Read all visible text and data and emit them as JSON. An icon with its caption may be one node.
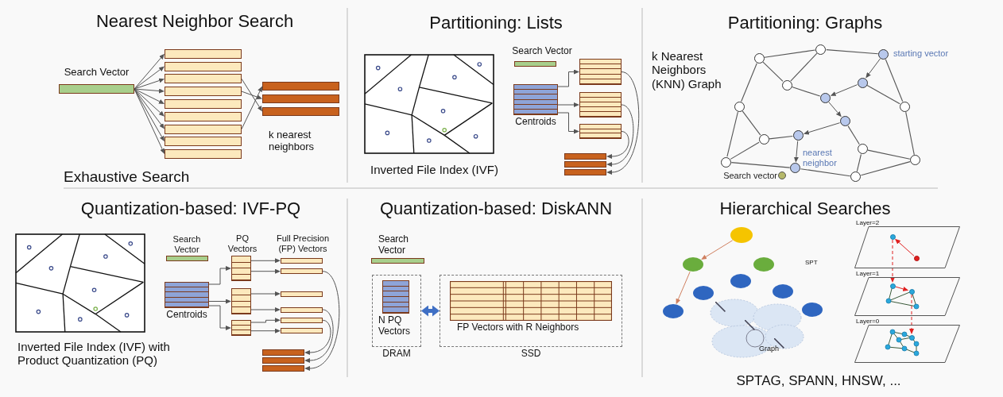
{
  "diagram": {
    "nodes": [
      {
        "text": [
          "Search Vector"
        ]
      },
      {
        "text": [],
        "shape": "bar"
      },
      {
        "text": [],
        "shape": "bar"
      },
      {
        "text": [],
        "shape": "bar"
      },
      {
        "text": [],
        "shape": "bar"
      },
      {
        "text": [],
        "shape": "bar"
      },
      {
        "text": [],
        "shape": "bar"
      },
      {
        "text": [],
        "shape": "bar"
      },
      {
        "text": [],
        "shape": "bar"
      },
      {
        "text": [],
        "shape": "bar"
      },
      {
        "text": [],
        "shape": "bar"
      },
      {
        "text": [],
        "shape": "bar"
      },
      {
        "text": [],
        "shape": "bar"
      },
      {
        "text": [
          "Search Vector"
        ]
      },
      {
        "text": [
          "Centroids"
        ]
      },
      {
        "text": [],
        "shape": "box"
      },
      {
        "text": [],
        "shape": "box"
      },
      {
        "text": [],
        "shape": "box"
      },
      {
        "text": [],
        "shape": "bar"
      },
      {
        "text": [],
        "shape": "bar"
      },
      {
        "text": [],
        "shape": "bar"
      },
      {
        "text": [],
        "shape": "circle"
      },
      {
        "text": [],
        "shape": "circle",
        "beside": [
          "starting vector"
        ]
      },
      {
        "text": [],
        "shape": "circle"
      },
      {
        "text": [],
        "shape": "circle"
      },
      {
        "text": [],
        "shape": "circle"
      },
      {
        "text": [],
        "shape": "circle"
      },
      {
        "text": [],
        "shape": "circle"
      },
      {
        "text": [],
        "shape": "circle"
      },
      {
        "text": [],
        "shape": "circle"
      },
      {
        "text": [],
        "shape": "circle"
      },
      {
        "text": [],
        "shape": "circle"
      },
      {
        "text": [],
        "shape": "circle"
      },
      {
        "text": [],
        "shape": "circle"
      },
      {
        "text": [],
        "shape": "circle"
      },
      {
        "text": [],
        "shape": "circle",
        "beside": [
          "nearest neighbor"
        ]
      },
      {
        "text": [],
        "shape": "circle",
        "beside": [
          "Search vector"
        ]
      },
      {
        "text": [],
        "shape": "circle"
      },
      {
        "text": [
          "Search Vector"
        ]
      },
      {
        "text": [
          "Centroids"
        ]
      },
      {
        "text": [],
        "shape": "box"
      },
      {
        "text": [],
        "shape": "box"
      },
      {
        "text": [],
        "shape": "box"
      },
      {
        "text": [],
        "shape": "bar"
      },
      {
        "text": [],
        "shape": "bar"
      },
      {
        "text": [],
        "shape": "bar"
      },
      {
        "text": [],
        "shape": "bar"
      },
      {
        "text": [],
        "shape": "bar"
      },
      {
        "text": [],
        "shape": "bar"
      },
      {
        "text": [],
        "shape": "bar"
      },
      {
        "text": [],
        "shape": "bar"
      },
      {
        "text": [],
        "shape": "bar"
      },
      {
        "text": [
          "Search Vector"
        ]
      },
      {
        "text": [
          "DRAM"
        ]
      },
      {
        "text": [
          "N PQ Vectors"
        ],
        "in": 53
      },
      {
        "text": [
          "SSD"
        ]
      },
      {
        "text": [
          "FP Vectors with R Neighbors"
        ],
        "in": 55
      },
      {
        "text": [],
        "shape": "circle"
      },
      {
        "text": [],
        "shape": "circle"
      },
      {
        "text": [],
        "shape": "circle"
      },
      {
        "text": [],
        "shape": "circle"
      },
      {
        "text": [],
        "shape": "circle"
      },
      {
        "text": [],
        "shape": "circle"
      },
      {
        "text": [],
        "shape": "circle"
      },
      {
        "text": [],
        "shape": "circle"
      },
      {
        "text": [
          "Layer=2"
        ]
      },
      {
        "text": [],
        "shape": "circle",
        "in": 65
      },
      {
        "text": [],
        "shape": "circle",
        "in": 65
      },
      {
        "text": [
          "Layer=1"
        ]
      },
      {
        "text": [],
        "shape": "circle",
        "in": 68
      },
      {
        "text": [],
        "shape": "circle",
        "in": 68
      },
      {
        "text": [
          "Layer=0"
        ]
      },
      {
        "text": [],
        "shape": "circle",
        "in": 71
      }
    ],
    "edges": [
      {
        "from": 0,
        "to": 1,
        "arrow": "to"
      },
      {
        "from": 0,
        "to": 2,
        "arrow": "to"
      },
      {
        "from": 0,
        "to": 3,
        "arrow": "to"
      },
      {
        "from": 0,
        "to": 4,
        "arrow": "to"
      },
      {
        "from": 0,
        "to": 5,
        "arrow": "to"
      },
      {
        "from": 0,
        "to": 6,
        "arrow": "to"
      },
      {
        "from": 0,
        "to": 7,
        "arrow": "to"
      },
      {
        "from": 0,
        "to": 8,
        "arrow": "to"
      },
      {
        "from": 0,
        "to": 9,
        "arrow": "to"
      },
      {
        "from": 3,
        "to": 12,
        "arrow": "to"
      },
      {
        "from": 4,
        "to": 11,
        "arrow": "to"
      },
      {
        "from": 7,
        "to": 10,
        "arrow": "to"
      },
      {
        "from": 14,
        "to": 15,
        "arrow": "to"
      },
      {
        "from": 14,
        "to": 16,
        "arrow": "to"
      },
      {
        "from": 14,
        "to": 17,
        "arrow": "to"
      },
      {
        "from": 15,
        "to": 20,
        "arrow": "to"
      },
      {
        "from": 16,
        "to": 19,
        "arrow": "to"
      },
      {
        "from": 17,
        "to": 18,
        "arrow": "to"
      },
      {
        "from": 23,
        "to": 21,
        "arrow": "none"
      },
      {
        "from": 21,
        "to": 22,
        "arrow": "none"
      },
      {
        "from": 21,
        "to": 25,
        "arrow": "none"
      },
      {
        "from": 23,
        "to": 25,
        "arrow": "none"
      },
      {
        "from": 25,
        "to": 26,
        "arrow": "none"
      },
      {
        "from": 23,
        "to": 27,
        "arrow": "none"
      },
      {
        "from": 27,
        "to": 34,
        "arrow": "none"
      },
      {
        "from": 27,
        "to": 31,
        "arrow": "none"
      },
      {
        "from": 31,
        "to": 30,
        "arrow": "none"
      },
      {
        "from": 31,
        "to": 34,
        "arrow": "none"
      },
      {
        "from": 34,
        "to": 35,
        "arrow": "none"
      },
      {
        "from": 35,
        "to": 37,
        "arrow": "none"
      },
      {
        "from": 22,
        "to": 24,
        "arrow": "to"
      },
      {
        "from": 22,
        "to": 28,
        "arrow": "none"
      },
      {
        "from": 24,
        "to": 26,
        "arrow": "to"
      },
      {
        "from": 24,
        "to": 28,
        "arrow": "none"
      },
      {
        "from": 26,
        "to": 29,
        "arrow": "to"
      },
      {
        "from": 29,
        "to": 30,
        "arrow": "to"
      },
      {
        "from": 29,
        "to": 32,
        "arrow": "none"
      },
      {
        "from": 30,
        "to": 35,
        "arrow": "to"
      },
      {
        "from": 32,
        "to": 37,
        "arrow": "none"
      },
      {
        "from": 32,
        "to": 33,
        "arrow": "none"
      },
      {
        "from": 28,
        "to": 33,
        "arrow": "none"
      },
      {
        "from": 33,
        "to": 37,
        "arrow": "none"
      },
      {
        "from": 39,
        "to": 40,
        "arrow": "to"
      },
      {
        "from": 39,
        "to": 41,
        "arrow": "to"
      },
      {
        "from": 39,
        "to": 42,
        "arrow": "to"
      },
      {
        "from": 40,
        "to": 43,
        "arrow": "to"
      },
      {
        "from": 40,
        "to": 44,
        "arrow": "to"
      },
      {
        "from": 41,
        "to": 45,
        "arrow": "to"
      },
      {
        "from": 41,
        "to": 46,
        "arrow": "to"
      },
      {
        "from": 42,
        "to": 47,
        "arrow": "to"
      },
      {
        "from": 42,
        "to": 48,
        "arrow": "to"
      },
      {
        "from": 44,
        "to": 51,
        "arrow": "to"
      },
      {
        "from": 46,
        "to": 50,
        "arrow": "to"
      },
      {
        "from": 47,
        "to": 49,
        "arrow": "to"
      },
      {
        "from": 53,
        "to": 55,
        "arrow": "both",
        "style": "thick",
        "color": "#3f6fc4"
      },
      {
        "from": 57,
        "to": 58,
        "arrow": "to",
        "color": "#d08060"
      },
      {
        "from": 58,
        "to": 64,
        "arrow": "to",
        "color": "#d08060"
      },
      {
        "from": 67,
        "to": 66,
        "arrow": "to",
        "color": "#e02020"
      },
      {
        "from": 66,
        "to": 69,
        "arrow": "to",
        "style": "dashed",
        "color": "#e02020"
      },
      {
        "from": 69,
        "to": 70,
        "arrow": "to",
        "color": "#e02020"
      },
      {
        "from": 70,
        "to": 72,
        "arrow": "to",
        "style": "dashed",
        "color": "#e02020"
      }
    ],
    "labels": [
      "Nearest Neighbor Search",
      "k nearest neighbors",
      "Exhaustive Search",
      "Partitioning: Lists",
      "Inverted File Index (IVF)",
      "Partitioning: Graphs",
      "k Nearest Neighbors (KNN) Graph",
      "Quantization-based: IVF-PQ",
      "PQ Vectors",
      "Full Precision (FP) Vectors",
      "Inverted File Index (IVF) with Product Quantization (PQ)",
      "Quantization-based: DiskANN",
      "Hierarchical Searches",
      "SPT",
      "Graph",
      "SPTAG, SPANN, HNSW, ..."
    ]
  }
}
